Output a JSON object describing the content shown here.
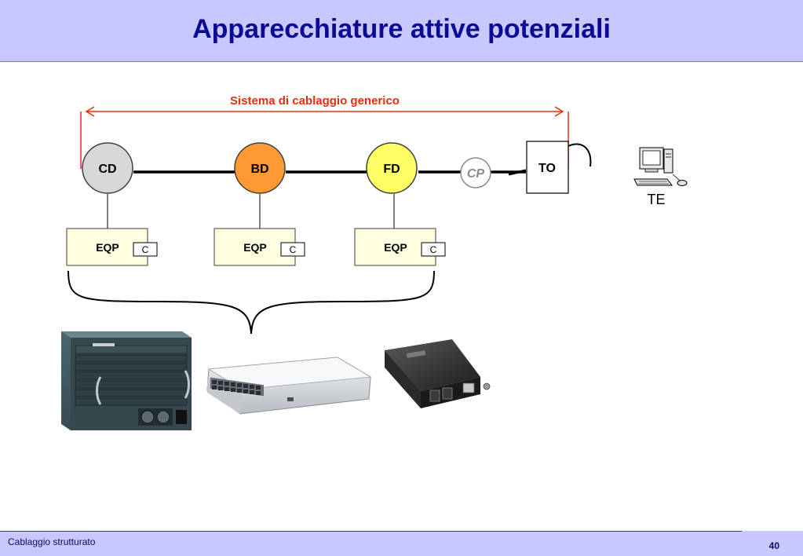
{
  "slide": {
    "title": "Apparecchiature attive potenziali",
    "footer_left": "Cablaggio strutturato",
    "page_number": "40"
  },
  "diagram": {
    "span_label": "Sistema di cablaggio generico",
    "nodes": {
      "cd": "CD",
      "bd": "BD",
      "fd": "FD",
      "cp": "CP",
      "to": "TO",
      "te": "TE"
    },
    "equipment": [
      {
        "label": "EQP",
        "connector": "C"
      },
      {
        "label": "EQP",
        "connector": "C"
      },
      {
        "label": "EQP",
        "connector": "C"
      }
    ],
    "colors": {
      "cd": "#d8d8d8",
      "bd": "#ff9933",
      "fd": "#ffff66",
      "span": "#e03010"
    }
  }
}
